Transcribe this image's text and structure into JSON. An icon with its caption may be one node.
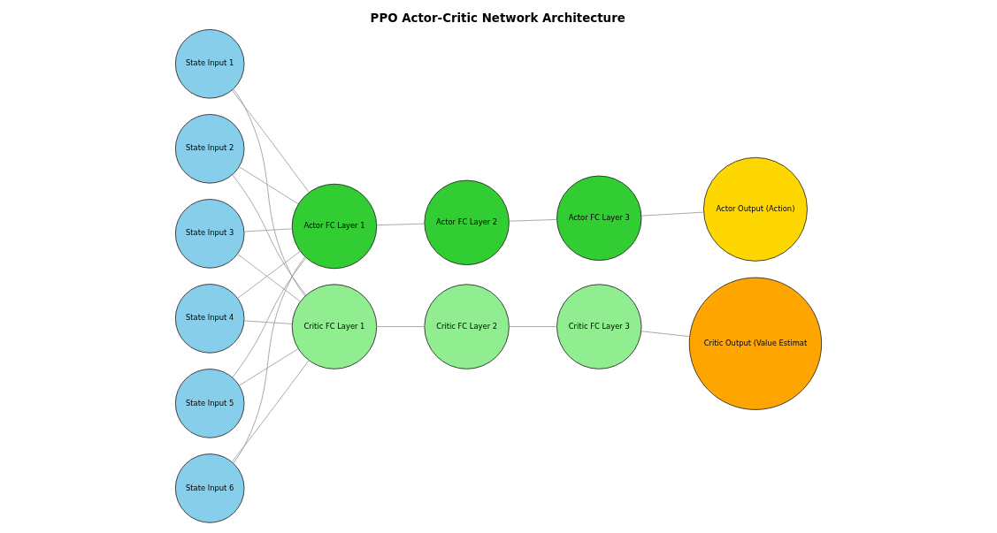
{
  "diagram": {
    "title": "PPO Actor-Critic Network Architecture",
    "nodes": [
      {
        "text": [
          "State Input 1"
        ]
      },
      {
        "text": [
          "State Input 2"
        ]
      },
      {
        "text": [
          "State Input 3"
        ]
      },
      {
        "text": [
          "State Input 4"
        ]
      },
      {
        "text": [
          "State Input 5"
        ]
      },
      {
        "text": [
          "State Input 6"
        ]
      },
      {
        "text": [
          "Actor FC Layer 1"
        ]
      },
      {
        "text": [
          "Actor FC Layer 2"
        ]
      },
      {
        "text": [
          "Actor FC Layer 3"
        ]
      },
      {
        "text": [
          "Actor Output (Action)"
        ]
      },
      {
        "text": [
          "Critic FC Layer 1"
        ]
      },
      {
        "text": [
          "Critic FC Layer 2"
        ]
      },
      {
        "text": [
          "Critic FC Layer 3"
        ]
      },
      {
        "text": [
          "Critic Output (Value Estimat"
        ]
      }
    ],
    "edges": [
      {
        "from": 0,
        "to": 6,
        "arrow": "none"
      },
      {
        "from": 0,
        "to": 10,
        "arrow": "none"
      },
      {
        "from": 1,
        "to": 6,
        "arrow": "none"
      },
      {
        "from": 1,
        "to": 10,
        "arrow": "none"
      },
      {
        "from": 2,
        "to": 6,
        "arrow": "none"
      },
      {
        "from": 2,
        "to": 10,
        "arrow": "none"
      },
      {
        "from": 3,
        "to": 6,
        "arrow": "none"
      },
      {
        "from": 3,
        "to": 10,
        "arrow": "none"
      },
      {
        "from": 4,
        "to": 6,
        "arrow": "none"
      },
      {
        "from": 4,
        "to": 10,
        "arrow": "none"
      },
      {
        "from": 5,
        "to": 6,
        "arrow": "none"
      },
      {
        "from": 5,
        "to": 10,
        "arrow": "none"
      },
      {
        "from": 6,
        "to": 7,
        "arrow": "none"
      },
      {
        "from": 7,
        "to": 8,
        "arrow": "none"
      },
      {
        "from": 8,
        "to": 9,
        "arrow": "none"
      },
      {
        "from": 10,
        "to": 11,
        "arrow": "none"
      },
      {
        "from": 11,
        "to": 12,
        "arrow": "none"
      },
      {
        "from": 12,
        "to": 13,
        "arrow": "none"
      }
    ]
  }
}
